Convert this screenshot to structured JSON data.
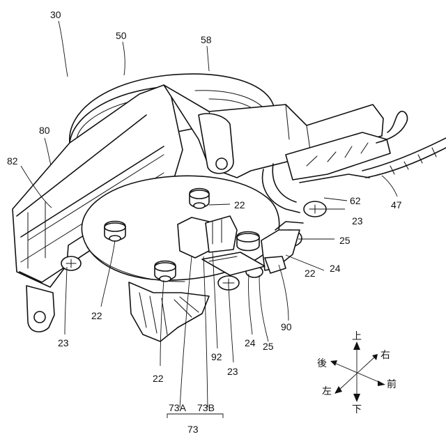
{
  "labels": {
    "l30": "30",
    "l50": "50",
    "l58": "58",
    "l80": "80",
    "l82": "82",
    "l62": "62",
    "l47": "47",
    "l22a": "22",
    "l22b": "22",
    "l22c": "22",
    "l22d": "22",
    "l23a": "23",
    "l23b": "23",
    "l23c": "23",
    "l25a": "25",
    "l25b": "25",
    "l24a": "24",
    "l24b": "24",
    "l90": "90",
    "l92": "92",
    "l73a": "73A",
    "l73b": "73B",
    "l73": "73"
  },
  "directions": {
    "up": "上",
    "down": "下",
    "right": "右",
    "front": "前",
    "rear": "後",
    "left": "左"
  }
}
